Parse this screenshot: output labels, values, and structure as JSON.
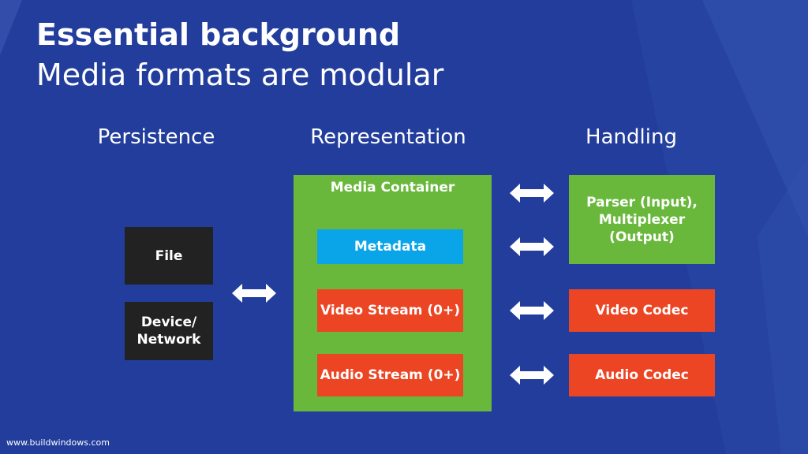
{
  "slide": {
    "title": "Essential background",
    "subtitle": "Media formats are modular",
    "footer": "www.buildwindows.com"
  },
  "columns": {
    "persistence": "Persistence",
    "representation": "Representation",
    "handling": "Handling"
  },
  "persistence_boxes": {
    "file": "File",
    "device_network": "Device/\nNetwork"
  },
  "representation": {
    "container": "Media Container",
    "metadata": "Metadata",
    "video_stream": "Video Stream (0+)",
    "audio_stream": "Audio Stream (0+)"
  },
  "handling_boxes": {
    "parser": "Parser (Input),\nMultiplexer\n(Output)",
    "video_codec": "Video Codec",
    "audio_codec": "Audio Codec"
  },
  "colors": {
    "background": "#223d9c",
    "dark_box": "#222222",
    "green": "#69b83c",
    "blue": "#0aa4e8",
    "red": "#ec4524",
    "text": "#ffffff"
  },
  "icons": {
    "arrow": "double-headed-arrow-icon"
  }
}
